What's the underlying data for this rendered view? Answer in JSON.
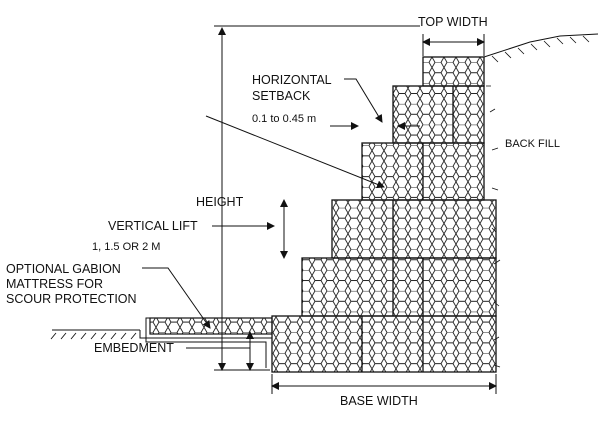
{
  "labels": {
    "top_width": "TOP WIDTH",
    "horizontal_setback_line1": "HORIZONTAL",
    "horizontal_setback_line2": "SETBACK",
    "setback_range": "0.1 to 0.45 m",
    "back_fill": "BACK FILL",
    "height": "HEIGHT",
    "vertical_lift": "VERTICAL LIFT",
    "vertical_lift_values": "1, 1.5 OR 2 M",
    "gabion_mattress_line1": "OPTIONAL GABION",
    "gabion_mattress_line2": "MATTRESS FOR",
    "gabion_mattress_line3": "SCOUR PROTECTION",
    "embedment": "EMBEDMENT",
    "base_width": "BASE WIDTH"
  },
  "colors": {
    "line": "#111111",
    "background": "#ffffff"
  }
}
